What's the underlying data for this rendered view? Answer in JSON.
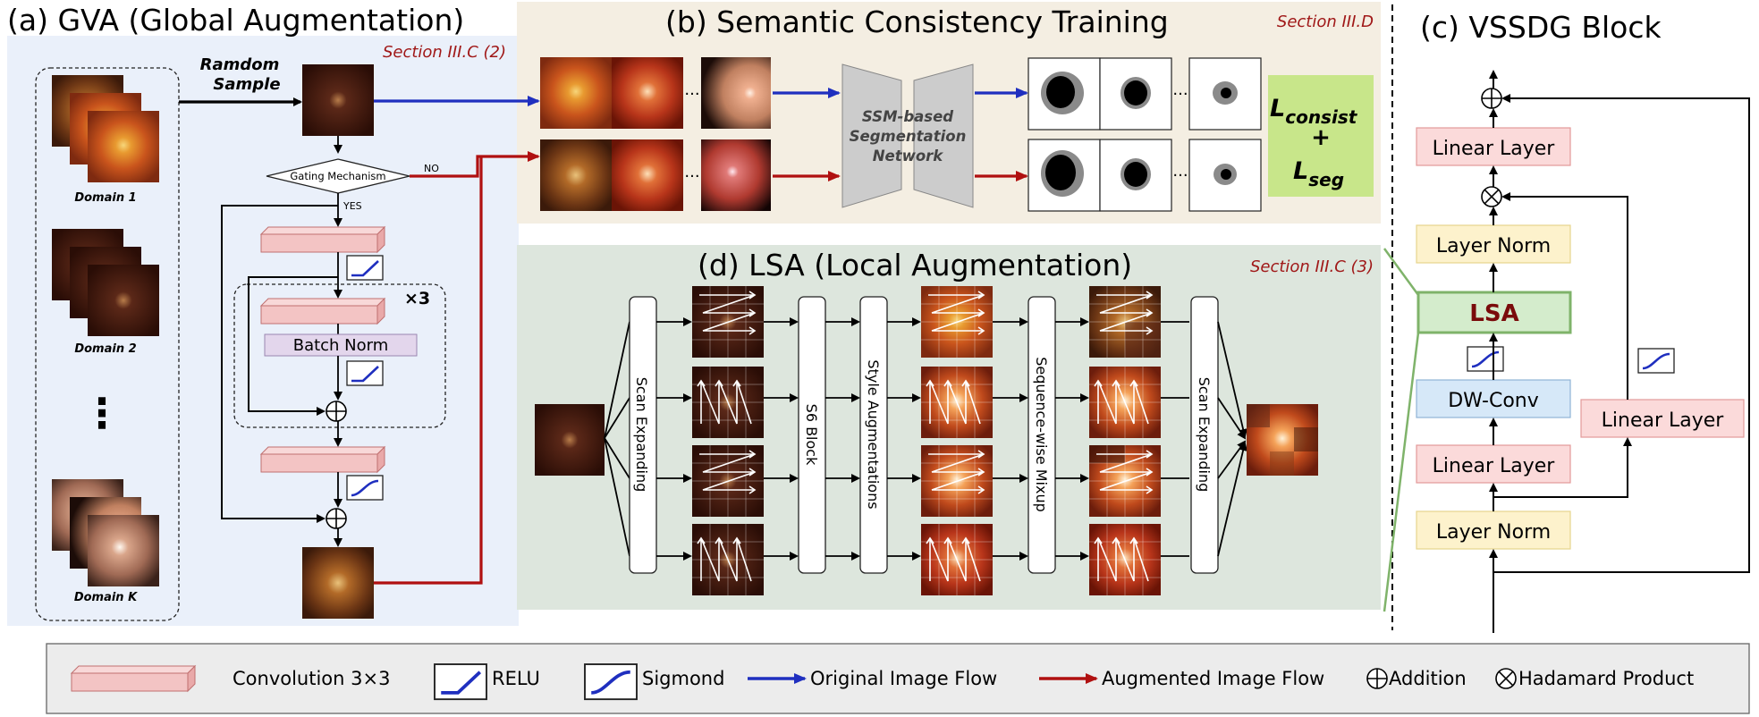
{
  "panel_a": {
    "title": "(a) GVA (Global Augmentation)",
    "section_ref": "Section III.C (2)",
    "random_sample": [
      "Ramdom",
      "Sample"
    ],
    "domains": [
      "Domain 1",
      "Domain 2",
      "Domain K"
    ],
    "ellipsis": "⋮",
    "gating": "Gating Mechanism",
    "no": "NO",
    "yes": "YES",
    "repeat": "×3",
    "batch_norm": "Batch Norm"
  },
  "panel_b": {
    "title": "(b) Semantic Consistency Training",
    "section_ref": "Section III.D",
    "network": [
      "SSM-based",
      "Segmentation",
      "Network"
    ],
    "loss_main": "L",
    "loss_consist_sub": "consist",
    "loss_plus": "+",
    "loss_seg_sub": "seg",
    "dots": "···"
  },
  "panel_c": {
    "title": "(c) VSSDG Block",
    "linear_top": "Linear Layer",
    "layer_norm_mid": "Layer Norm",
    "lsa": "LSA",
    "dw_conv": "DW-Conv",
    "linear_bottom": "Linear Layer",
    "layer_norm_bottom": "Layer Norm",
    "linear_side": "Linear Layer"
  },
  "panel_d": {
    "title": "(d) LSA (Local Augmentation)",
    "section_ref": "Section III.C (3)",
    "columns": [
      "Scan Expanding",
      "S6 Block",
      "Style Augmentations",
      "Sequence-wise Mixup",
      "Scan Expanding"
    ]
  },
  "legend": {
    "conv": "Convolution 3×3",
    "relu": "RELU",
    "sigmoid": "Sigmond",
    "original_flow": "Original Image Flow",
    "augmented_flow": "Augmented Image Flow",
    "addition": "Addition",
    "hadamard": "Hadamard Product"
  },
  "colors": {
    "original_flow": "#1f2fbf",
    "augmented_flow": "#b01010",
    "section_ref": "#a01818",
    "panel_a_bg": "#eaf0fa",
    "panel_b_bg": "#f4eee2",
    "panel_d_bg": "#dde6dd",
    "conv": "#f3c4c4",
    "batch_norm": "#e3d6ec",
    "linear": "#fbdada",
    "layer_norm": "#fdf2cc",
    "dw_conv": "#d6e8f8",
    "lsa": "#d4eccc",
    "lsa_text": "#7a0b0b",
    "loss": "#c8e68a"
  }
}
